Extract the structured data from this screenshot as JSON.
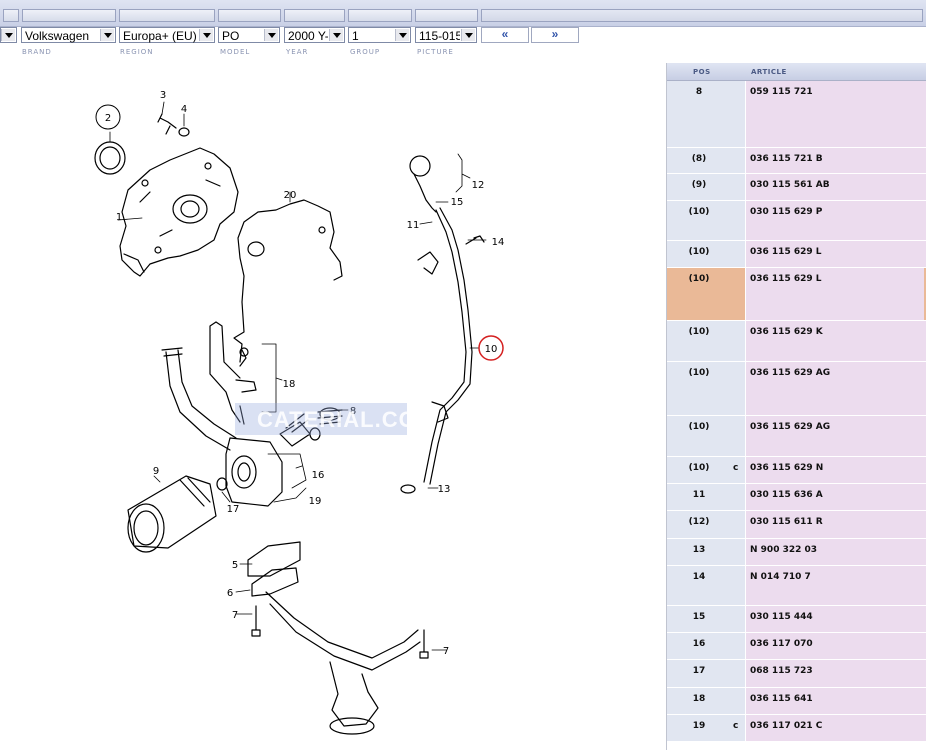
{
  "toolbar": {
    "brand": {
      "value": "Volkswagen",
      "label": "BRAND"
    },
    "region": {
      "value": "Europa+ (EU)",
      "label": "REGION"
    },
    "model": {
      "value": "PO",
      "label": "MODEL"
    },
    "year": {
      "value": "2000  Y-",
      "label": "YEAR"
    },
    "group": {
      "value": "1",
      "label": "GROUP"
    },
    "picture": {
      "value": "115-015",
      "label": "PICTURE"
    },
    "prev_label": "«",
    "next_label": "»"
  },
  "diagram": {
    "watermark": "CATERIAL.COM",
    "callouts": [
      "1",
      "2",
      "3",
      "4",
      "5",
      "6",
      "7",
      "7",
      "8",
      "9",
      "10",
      "11",
      "12",
      "13",
      "14",
      "15",
      "16",
      "17",
      "18",
      "19",
      "20"
    ]
  },
  "panel": {
    "col_pos": "POS",
    "col_article": "ARTICLE",
    "rows": [
      {
        "pos": "8",
        "mark": "",
        "article": "059 115 721"
      },
      {
        "pos": "(8)",
        "mark": "",
        "article": "036 115 721 B"
      },
      {
        "pos": "(9)",
        "mark": "",
        "article": "030 115 561 AB"
      },
      {
        "pos": "(10)",
        "mark": "",
        "article": "030 115 629 P"
      },
      {
        "pos": "(10)",
        "mark": "",
        "article": "036 115 629 L"
      },
      {
        "pos": "(10)",
        "mark": "",
        "article": "036 115 629 L"
      },
      {
        "pos": "(10)",
        "mark": "",
        "article": "036 115 629 K"
      },
      {
        "pos": "(10)",
        "mark": "",
        "article": "036 115 629 AG"
      },
      {
        "pos": "(10)",
        "mark": "",
        "article": "036 115 629 AG"
      },
      {
        "pos": "(10)",
        "mark": "c",
        "article": "036 115 629 N"
      },
      {
        "pos": "11",
        "mark": "",
        "article": "030 115 636 A"
      },
      {
        "pos": "(12)",
        "mark": "",
        "article": "030 115 611 R"
      },
      {
        "pos": "13",
        "mark": "",
        "article": "N  900 322 03"
      },
      {
        "pos": "14",
        "mark": "",
        "article": "N  014 710 7"
      },
      {
        "pos": "15",
        "mark": "",
        "article": "030 115 444"
      },
      {
        "pos": "16",
        "mark": "",
        "article": "036 117 070"
      },
      {
        "pos": "17",
        "mark": "",
        "article": "068 115 723"
      },
      {
        "pos": "18",
        "mark": "",
        "article": "036 115 641"
      },
      {
        "pos": "19",
        "mark": "c",
        "article": "036 117 021 C"
      }
    ]
  }
}
